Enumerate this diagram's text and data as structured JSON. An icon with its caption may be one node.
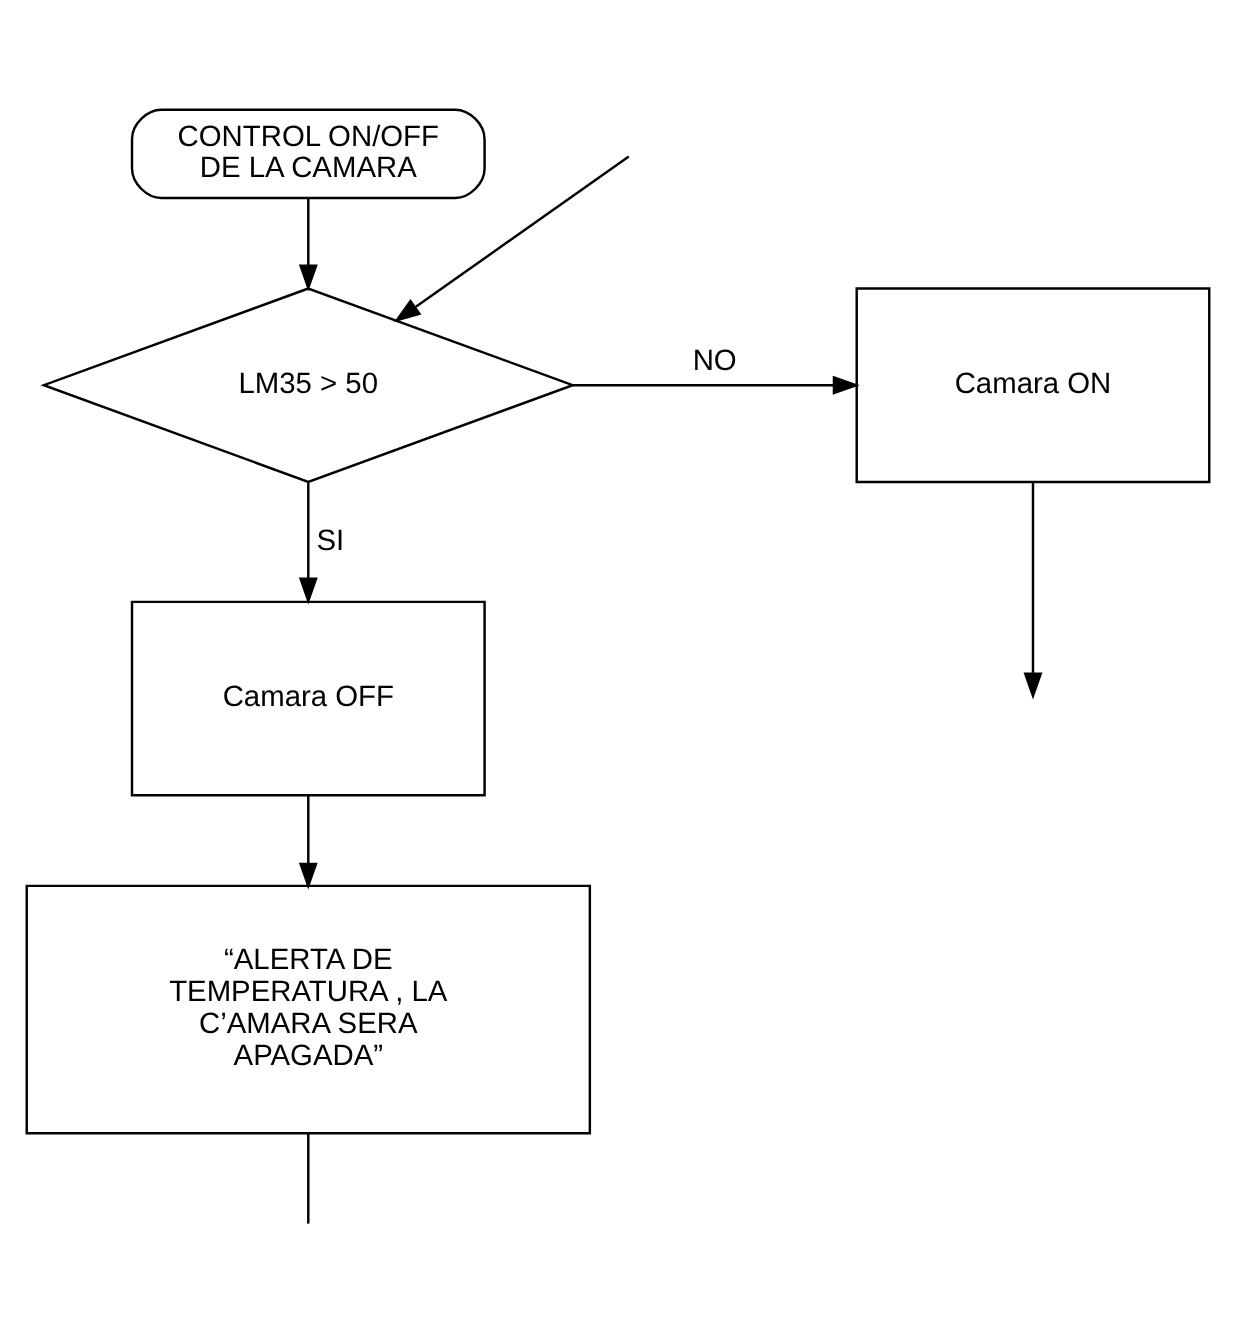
{
  "diagram": {
    "nodes": [
      {
        "text": [
          "CONTROL ON/OFF DE LA CAMARA"
        ]
      },
      {
        "text": [
          "LM35 > 50"
        ]
      },
      {
        "text": [
          "Camara ON"
        ]
      },
      {
        "text": [
          "Camara OFF"
        ]
      },
      {
        "text": [
          "“ALERTA DE TEMPERATURA , LA C’AMARA SERA APAGADA”"
        ]
      }
    ],
    "edges": [
      {
        "from": 0,
        "to": 1,
        "arrow": "to"
      },
      {
        "from": 1,
        "to": 2,
        "arrow": "to",
        "label": "NO"
      },
      {
        "from": 1,
        "to": 3,
        "arrow": "to",
        "label": "SI"
      },
      {
        "from": 3,
        "to": 4,
        "arrow": "to"
      },
      {
        "from": 2,
        "to": null,
        "arrow": "to"
      },
      {
        "from": 4,
        "to": null,
        "arrow": "none"
      },
      {
        "from": null,
        "to": 1,
        "arrow": "to"
      }
    ]
  }
}
